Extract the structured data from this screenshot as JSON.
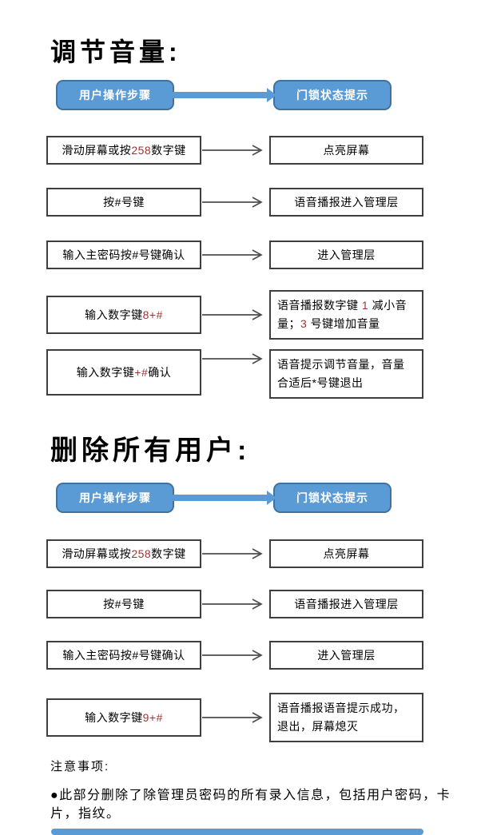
{
  "colors": {
    "header_fill": "#5B9BD5",
    "header_border": "#41719C",
    "accent_red": "#953735",
    "box_border": "#3F3F3F",
    "arrow_gray": "#4D4D4D"
  },
  "sections": [
    {
      "title": "调节音量:",
      "header": {
        "left_label": "用户操作步骤",
        "right_label": "门锁状态提示"
      },
      "rows": [
        {
          "step": [
            {
              "t": "滑动屏幕或按 "
            },
            {
              "t": "258",
              "accent": true
            },
            {
              "t": " 数字键"
            }
          ],
          "status": [
            {
              "t": "点亮屏幕"
            }
          ]
        },
        {
          "step": [
            {
              "t": "按#号键"
            }
          ],
          "status": [
            {
              "t": "语音播报进入管理层"
            }
          ]
        },
        {
          "step": [
            {
              "t": "输入主密码按#号键确认"
            }
          ],
          "status": [
            {
              "t": "进入管理层"
            }
          ]
        },
        {
          "step": [
            {
              "t": "输入数字键 "
            },
            {
              "t": "8+#",
              "accent": true
            }
          ],
          "status": [
            {
              "t": "语音播报数字键 "
            },
            {
              "t": "1",
              "accent": true
            },
            {
              "t": " 减小音量；"
            },
            {
              "t": "3",
              "accent": true
            },
            {
              "t": " 号键增加音量"
            }
          ],
          "status_wrap": true
        },
        {
          "step": [
            {
              "t": "输入数字键"
            },
            {
              "t": "+#",
              "accent": true
            },
            {
              "t": "确认"
            }
          ],
          "status": [
            {
              "t": "语音提示调节音量，音量合适后*号键退出"
            }
          ],
          "status_wrap": true,
          "arrow_top": true
        }
      ]
    },
    {
      "title": "删除所有用户:",
      "header": {
        "left_label": "用户操作步骤",
        "right_label": "门锁状态提示"
      },
      "rows": [
        {
          "step": [
            {
              "t": "滑动屏幕或按 "
            },
            {
              "t": "258",
              "accent": true
            },
            {
              "t": " 数字键"
            }
          ],
          "status": [
            {
              "t": "点亮屏幕"
            }
          ]
        },
        {
          "step": [
            {
              "t": "按#号键"
            }
          ],
          "status": [
            {
              "t": "语音播报进入管理层"
            }
          ]
        },
        {
          "step": [
            {
              "t": "输入主密码按#号键确认"
            }
          ],
          "status": [
            {
              "t": "进入管理层"
            }
          ]
        },
        {
          "step": [
            {
              "t": "输入数字键 "
            },
            {
              "t": "9+#",
              "accent": true
            }
          ],
          "status": [
            {
              "t": "语音播报语音提示成功，退出，屏幕熄灭"
            }
          ],
          "status_wrap": true
        }
      ]
    }
  ],
  "notes": {
    "heading": "注意事项:",
    "bullet": "●此部分删除了除管理员密码的所有录入信息，包括用户密码，卡片，指纹。"
  }
}
